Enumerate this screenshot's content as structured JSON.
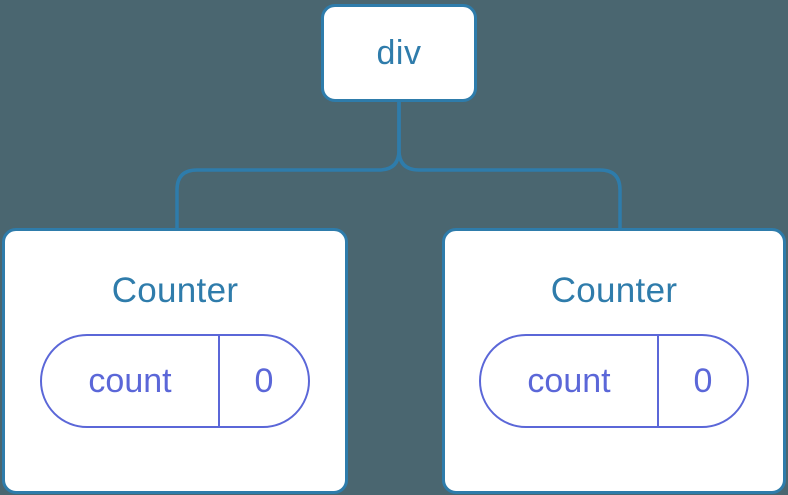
{
  "diagram": {
    "type": "component-tree",
    "background_color": "#4a6670",
    "node_border_color": "#2e7cab",
    "node_fill_color": "#ffffff",
    "node_text_color": "#2f7cab",
    "state_accent_color": "#5b67d8",
    "connector_color": "#2e7cab",
    "root": {
      "label": "div"
    },
    "children": [
      {
        "label": "Counter",
        "state": {
          "key": "count",
          "value": "0"
        }
      },
      {
        "label": "Counter",
        "state": {
          "key": "count",
          "value": "0"
        }
      }
    ]
  }
}
